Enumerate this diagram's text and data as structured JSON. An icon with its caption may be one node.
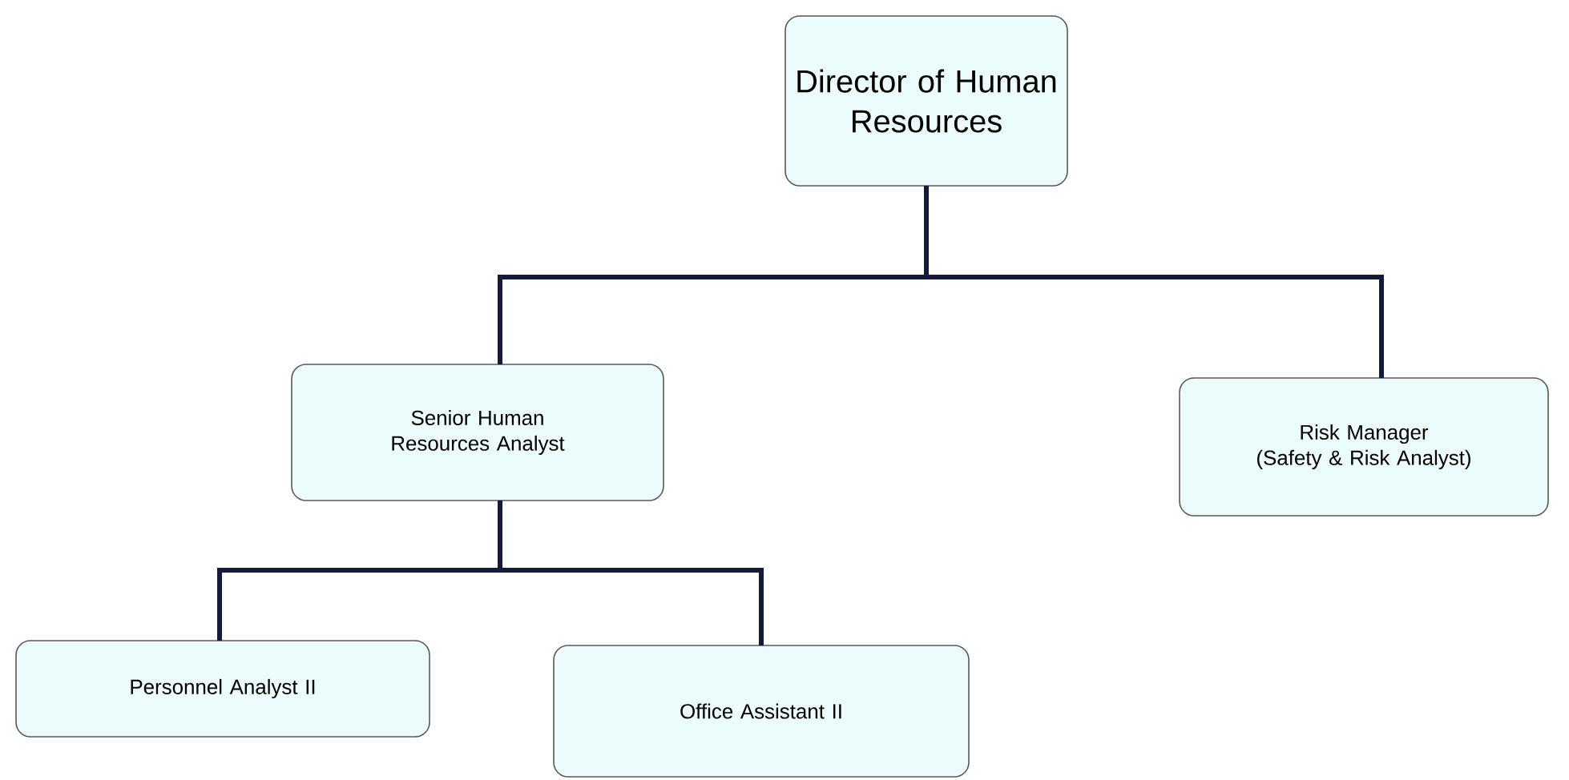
{
  "diagram": {
    "nodes": [
      {
        "text": [
          "Director of Human Resources"
        ]
      },
      {
        "text": [
          "Senior Human Resources Analyst"
        ]
      },
      {
        "text": [
          "Risk Manager",
          "(Safety & Risk Analyst)"
        ]
      },
      {
        "text": [
          "Personnel Analyst II"
        ]
      },
      {
        "text": [
          "Office Assistant II"
        ]
      }
    ],
    "edges": [
      {
        "from": 0,
        "to": 1,
        "arrow": "none"
      },
      {
        "from": 0,
        "to": 2,
        "arrow": "none"
      },
      {
        "from": 1,
        "to": 3,
        "arrow": "none"
      },
      {
        "from": 1,
        "to": 4,
        "arrow": "none"
      }
    ]
  }
}
